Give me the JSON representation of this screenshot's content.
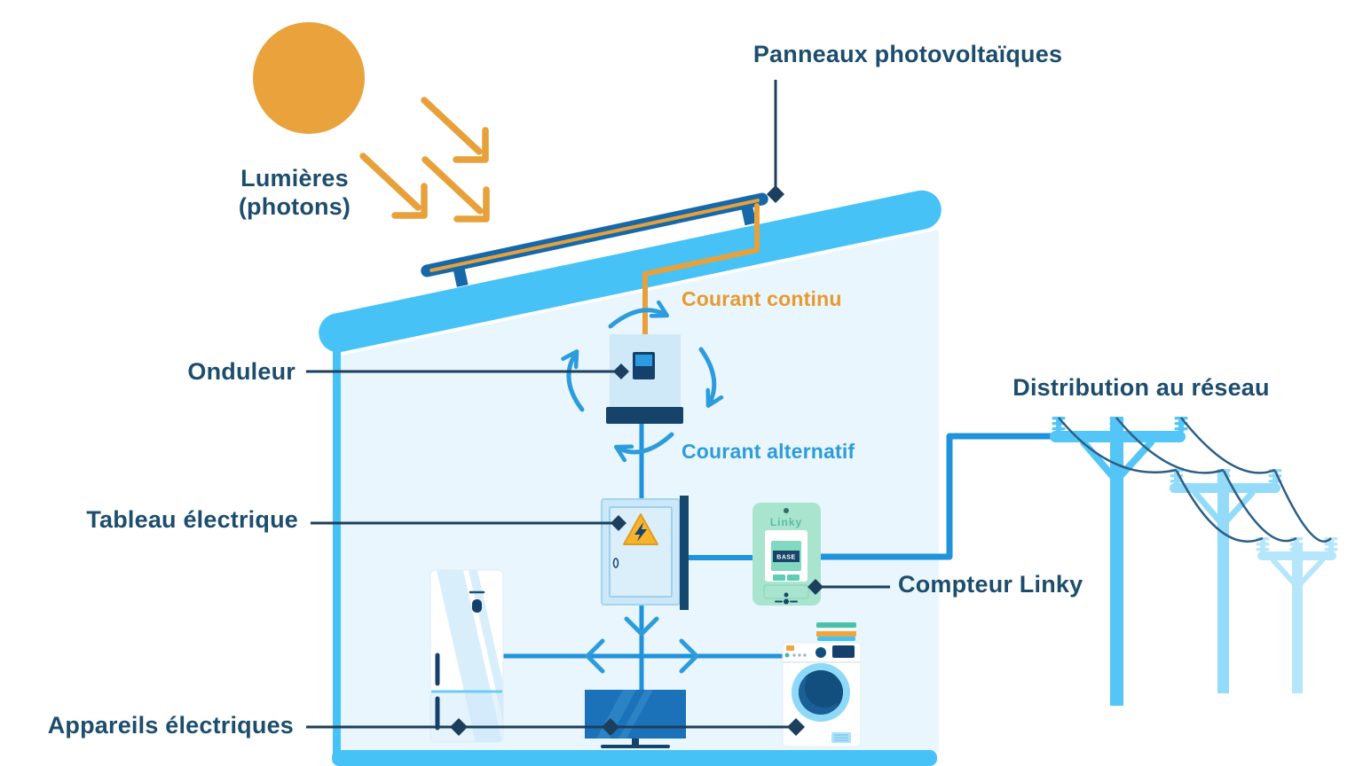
{
  "labels": {
    "panels": "Panneaux photovoltaïques",
    "light_line1": "Lumières",
    "light_line2": "(photons)",
    "inverter": "Onduleur",
    "dc_current": "Courant continu",
    "ac_current": "Courant alternatif",
    "electrical_panel": "Tableau électrique",
    "meter": "Compteur Linky",
    "grid": "Distribution au réseau",
    "appliances": "Appareils électriques"
  },
  "meter": {
    "brand": "Linky",
    "display_mode": "BASE"
  },
  "colors": {
    "house_blue": "#47c2f6",
    "interior_blue": "#e9f6fd",
    "navy_text": "#1d4d6d",
    "leader_line": "#1c3f5e",
    "orange": "#e9a13c",
    "bright_blue": "#2d9cdb",
    "connection_blue": "#2193dc",
    "panel_navy": "#1668a9",
    "meter_green": "#a9e4ce",
    "pole_1": "#53c6f7",
    "pole_2": "#93dbf9",
    "pole_3": "#b6e6fb",
    "warning_yellow": "#f6b42c"
  }
}
